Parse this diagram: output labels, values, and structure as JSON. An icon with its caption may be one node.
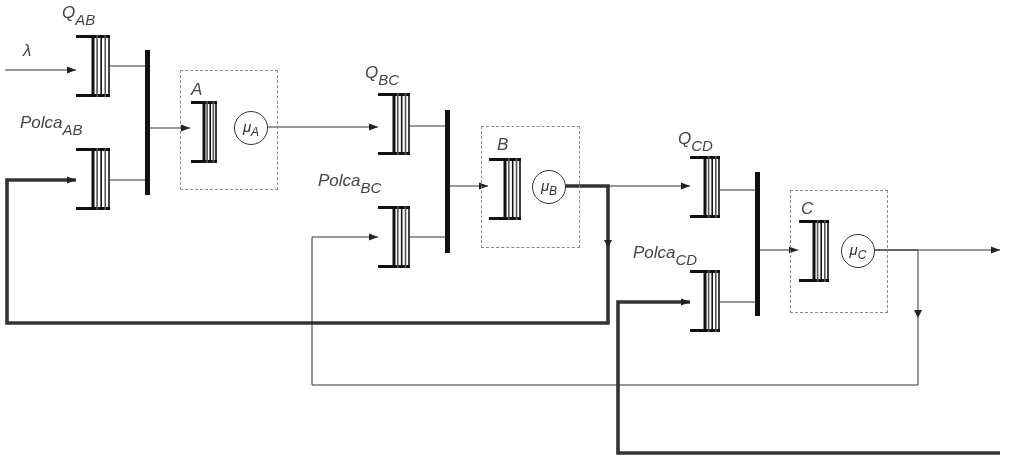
{
  "diagram": {
    "nodes": [
      {
        "text": [],
        "shape": "queue",
        "beside": [
          "Q$_{AB}$"
        ]
      },
      {
        "text": [],
        "shape": "queue",
        "beside": [
          "Polca$_{AB}$"
        ]
      },
      {
        "text": [],
        "shape": "bar"
      },
      {
        "text": [],
        "shape": "box"
      },
      {
        "text": [],
        "shape": "queue",
        "beside": [
          "A"
        ],
        "in": 3
      },
      {
        "text": [
          "μ$_{A}$"
        ],
        "in": 3
      },
      {
        "text": [],
        "shape": "queue",
        "beside": [
          "Q$_{BC}$"
        ]
      },
      {
        "text": [],
        "shape": "queue",
        "beside": [
          "Polca$_{BC}$"
        ]
      },
      {
        "text": [],
        "shape": "bar"
      },
      {
        "text": [],
        "shape": "box"
      },
      {
        "text": [],
        "shape": "queue",
        "beside": [
          "B"
        ],
        "in": 9
      },
      {
        "text": [
          "μ$_{B}$"
        ],
        "in": 9
      },
      {
        "text": [],
        "shape": "queue",
        "beside": [
          "Q$_{CD}$"
        ]
      },
      {
        "text": [],
        "shape": "queue",
        "beside": [
          "Polca$_{CD}$"
        ]
      },
      {
        "text": [],
        "shape": "bar"
      },
      {
        "text": [],
        "shape": "box"
      },
      {
        "text": [],
        "shape": "queue",
        "beside": [
          "C"
        ],
        "in": 15
      },
      {
        "text": [
          "μ$_{C}$"
        ],
        "in": 15
      }
    ],
    "edges": [
      {
        "from": null,
        "to": 0,
        "arrow": "to",
        "label": "λ"
      },
      {
        "from": 0,
        "to": 2,
        "arrow": "none"
      },
      {
        "from": 1,
        "to": 2,
        "arrow": "none"
      },
      {
        "from": 2,
        "to": 4,
        "arrow": "to"
      },
      {
        "from": 5,
        "to": 6,
        "arrow": "to"
      },
      {
        "from": 6,
        "to": 8,
        "arrow": "none"
      },
      {
        "from": 7,
        "to": 8,
        "arrow": "none"
      },
      {
        "from": 8,
        "to": 10,
        "arrow": "to"
      },
      {
        "from": 11,
        "to": 12,
        "arrow": "to"
      },
      {
        "from": 11,
        "to": 1,
        "arrow": "to",
        "style": "thick"
      },
      {
        "from": 12,
        "to": 14,
        "arrow": "none"
      },
      {
        "from": 13,
        "to": 14,
        "arrow": "none"
      },
      {
        "from": 14,
        "to": 16,
        "arrow": "to"
      },
      {
        "from": 17,
        "to": null,
        "arrow": "to"
      },
      {
        "from": 17,
        "to": 7,
        "arrow": "to"
      },
      {
        "from": null,
        "to": 13,
        "arrow": "to",
        "style": "thick"
      }
    ]
  }
}
